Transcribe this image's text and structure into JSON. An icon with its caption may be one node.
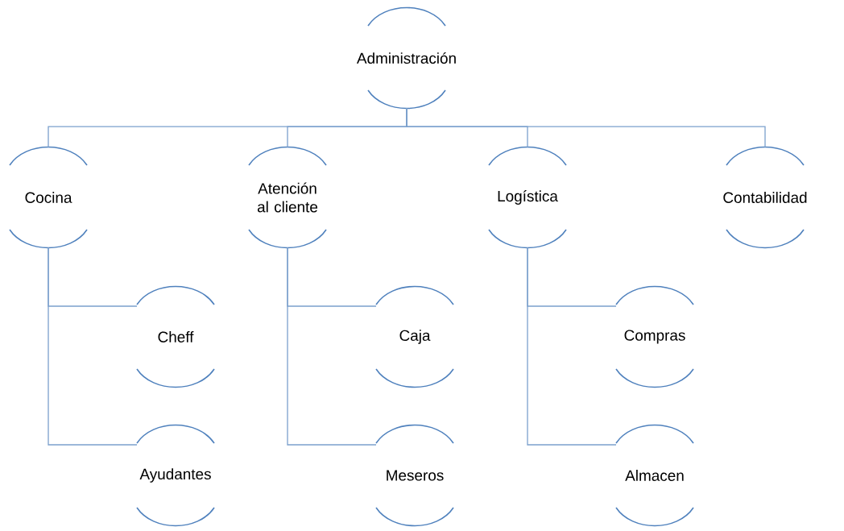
{
  "diagram": {
    "nodes": [
      {
        "text": [
          "Administración"
        ]
      },
      {
        "text": [
          "Cocina"
        ]
      },
      {
        "text": [
          "Atención al cliente"
        ]
      },
      {
        "text": [
          "Logística"
        ]
      },
      {
        "text": [
          "Contabilidad"
        ]
      },
      {
        "text": [
          "Cheff"
        ]
      },
      {
        "text": [
          "Ayudantes"
        ]
      },
      {
        "text": [
          "Caja"
        ]
      },
      {
        "text": [
          "Meseros"
        ]
      },
      {
        "text": [
          "Compras"
        ]
      },
      {
        "text": [
          "Almacen"
        ]
      }
    ],
    "edges": [
      {
        "from": 0,
        "to": 1,
        "arrow": "none"
      },
      {
        "from": 0,
        "to": 2,
        "arrow": "none"
      },
      {
        "from": 0,
        "to": 3,
        "arrow": "none"
      },
      {
        "from": 0,
        "to": 4,
        "arrow": "none"
      },
      {
        "from": 1,
        "to": 5,
        "arrow": "none"
      },
      {
        "from": 1,
        "to": 6,
        "arrow": "none"
      },
      {
        "from": 2,
        "to": 7,
        "arrow": "none"
      },
      {
        "from": 2,
        "to": 8,
        "arrow": "none"
      },
      {
        "from": 3,
        "to": 9,
        "arrow": "none"
      },
      {
        "from": 3,
        "to": 10,
        "arrow": "none"
      }
    ]
  }
}
